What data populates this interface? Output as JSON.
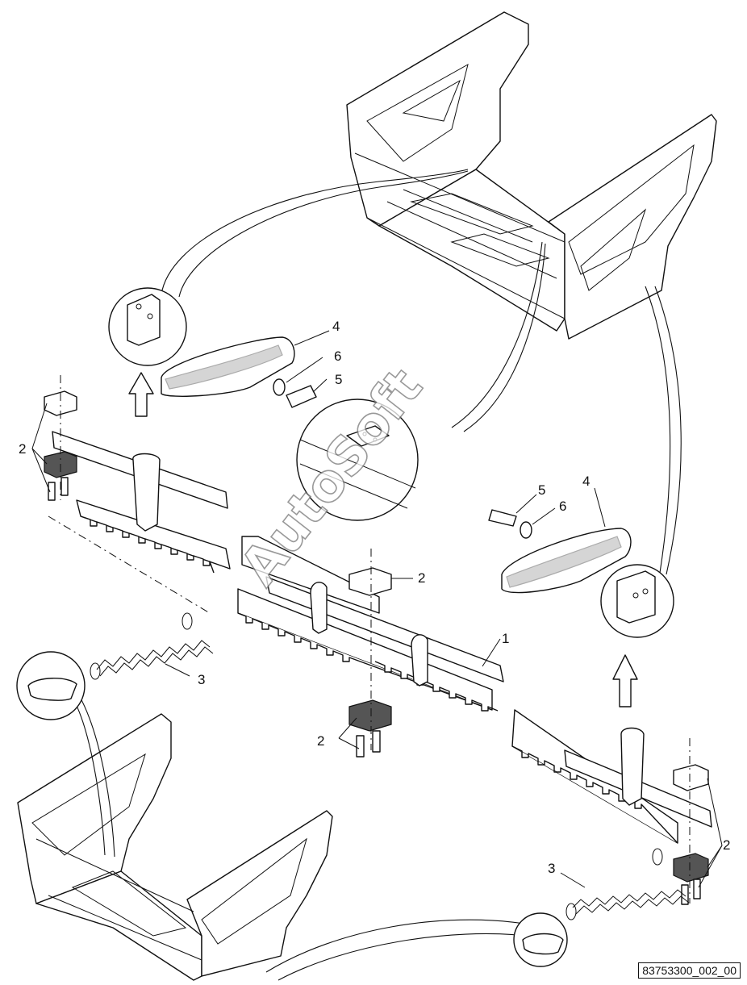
{
  "callouts": {
    "c1": "1",
    "c2a": "2",
    "c2b": "2",
    "c2c": "2",
    "c2d": "2",
    "c3a": "3",
    "c3b": "3",
    "c4a": "4",
    "c4b": "4",
    "c5a": "5",
    "c5b": "5",
    "c6a": "6",
    "c6b": "6"
  },
  "watermark": "AutoSoft",
  "reference": "83753300_002_00"
}
